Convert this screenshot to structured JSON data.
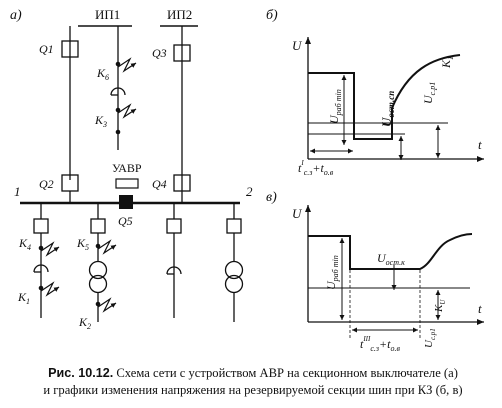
{
  "labels": {
    "panel_a": "а)",
    "panel_b": "б)",
    "panel_c": "в)",
    "source1": "ИП1",
    "source2": "ИП2",
    "q1": "Q1",
    "q2": "Q2",
    "q3": "Q3",
    "q4": "Q4",
    "q5": "Q5",
    "uavr": "УАВР",
    "bus1": "1",
    "bus2": "2",
    "k6": "K",
    "k6_sub": "6",
    "k3": "K",
    "k3_sub": "3",
    "k4": "K",
    "k4_sub": "4",
    "k5": "K",
    "k5_sub": "5",
    "k1": "K",
    "k1_sub": "1",
    "k2": "K",
    "k2_sub": "2"
  },
  "graph_b": {
    "u_axis": "U",
    "t_axis": "t",
    "u_work": "U",
    "u_work_sub": "раб min",
    "u_res": "U",
    "u_res_sub": "ост.сп",
    "u_set": "U",
    "u_set_sub": "с.р1",
    "k1": "K",
    "k1_sub": "1",
    "time_t": "t",
    "time_sup": "I",
    "time_sub1": "с.з",
    "time_plus": "+t",
    "time_sub2": "о.в"
  },
  "graph_c": {
    "u_axis": "U",
    "t_axis": "t",
    "u_work": "U",
    "u_work_sub": "раб min",
    "u_res": "U",
    "u_res_sub": "ост.к",
    "u_set": "U",
    "u_set_sub": "с.р1",
    "ku": "K",
    "ku_sub": "U",
    "time_t": "t",
    "time_sup": "III",
    "time_sub1": "с.з",
    "time_plus": "+t",
    "time_sub2": "о.в"
  },
  "caption": {
    "label": "Рис. 10.12.",
    "line1": "Схема сети с устройством АВР на секционном выключателе (а)",
    "line2": "и графики изменения напряжения на резервируемой секции шин при КЗ (б, в)"
  }
}
